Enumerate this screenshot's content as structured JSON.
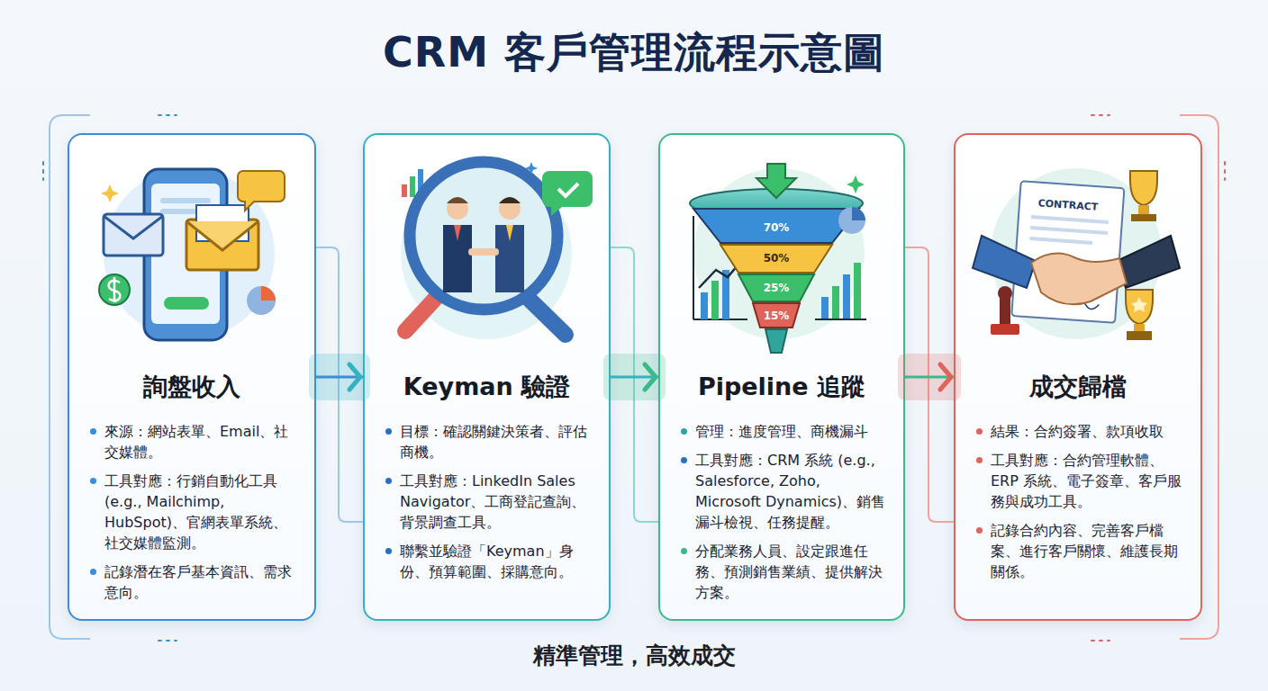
{
  "diagram": {
    "title": "CRM 客戶管理流程示意圖",
    "caption": "精準管理，高效成交",
    "nodes": [
      {
        "text": [
          "詢盤收入",
          "來源：網站表單、Email、社交媒體。",
          "工具對應：行銷自動化工具 (e.g., Mailchimp, HubSpot)、官網表單系統、社交媒體監測。",
          "記錄潛在客戶基本資訊、需求意向。"
        ]
      },
      {
        "text": [
          "Keyman 驗證",
          "目標：確認關鍵決策者、評估商機。",
          "工具對應：LinkedIn Sales Navigator、工商登記查詢、背景調查工具。",
          "聯繫並驗證「Keyman」身份、預算範圍、採購意向。"
        ]
      },
      {
        "text": [
          "Pipeline 追蹤",
          "管理：進度管理、商機漏斗",
          "工具對應：CRM 系統 (e.g., Salesforce, Zoho, Microsoft Dynamics)、銷售漏斗檢視、任務提醒。",
          "分配業務人員、設定跟進任務、預測銷售業績、提供解決方案。"
        ]
      },
      {
        "text": [
          "成交歸檔",
          "結果：合約簽署、款項收取",
          "工具對應：合約管理軟體、ERP 系統、電子簽章、客戶服務與成功工具。",
          "記錄合約內容、完善客戶檔案、進行客戶關懷、維護長期關係。"
        ]
      }
    ],
    "edges": [
      {
        "from": 0,
        "to": 1,
        "arrow": "to"
      },
      {
        "from": 1,
        "to": 2,
        "arrow": "to"
      },
      {
        "from": 2,
        "to": 3,
        "arrow": "to"
      }
    ],
    "labels": [
      "70%",
      "50%",
      "25%",
      "15%",
      "CONTRACT"
    ]
  }
}
